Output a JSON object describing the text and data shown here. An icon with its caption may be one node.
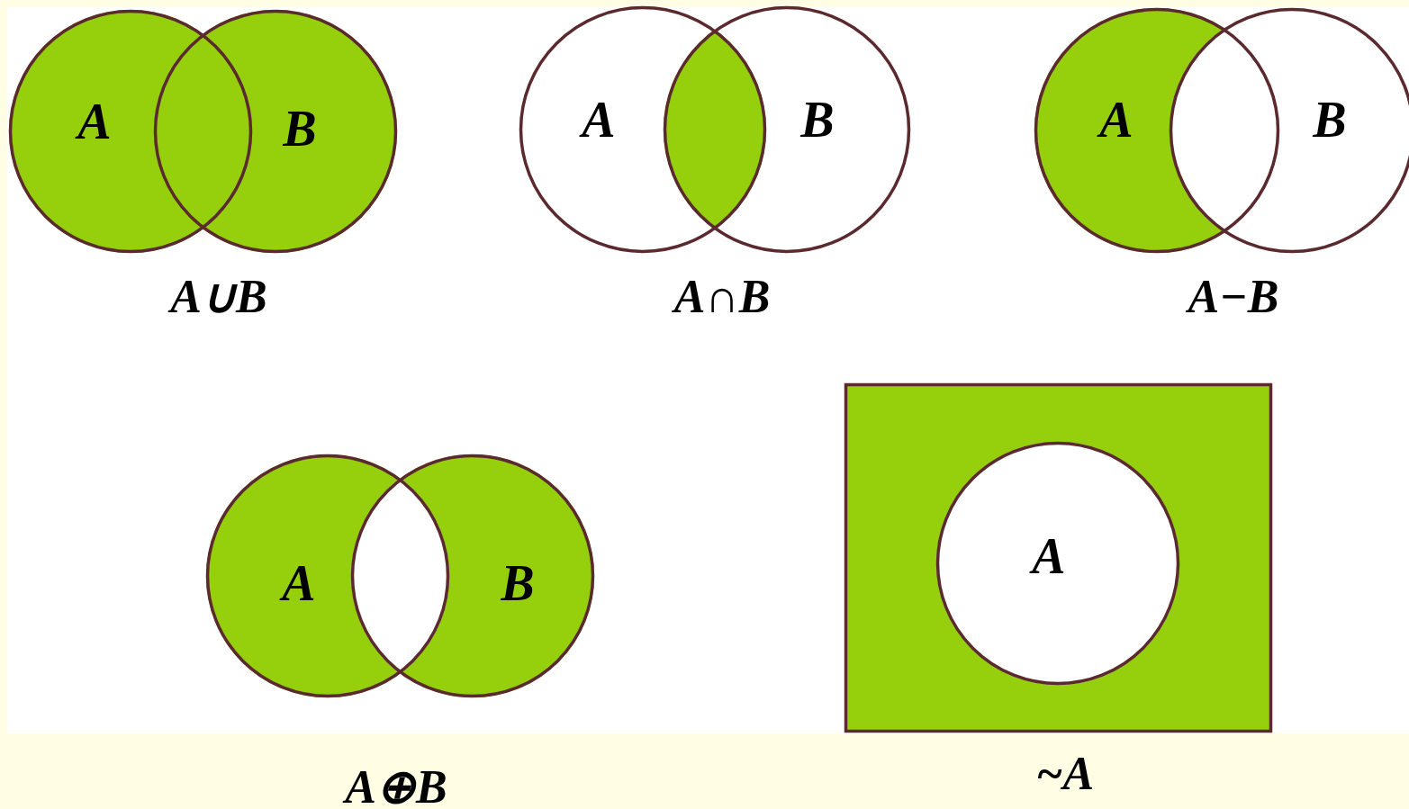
{
  "diagram": {
    "nodes": [
      {
        "text": [
          "A"
        ]
      },
      {
        "text": [
          "B"
        ]
      },
      {
        "text": [
          "A"
        ]
      },
      {
        "text": [
          "B"
        ]
      },
      {
        "text": [
          "A"
        ]
      },
      {
        "text": [
          "B"
        ]
      },
      {
        "text": [
          "A"
        ]
      },
      {
        "text": [
          "B"
        ]
      },
      {
        "text": [],
        "shape": "box"
      },
      {
        "text": [
          "A"
        ],
        "in": 8
      }
    ],
    "edges": [],
    "labels": [
      "A∪B",
      "A∩B",
      "A−B",
      "A⊕B",
      "~A"
    ]
  }
}
